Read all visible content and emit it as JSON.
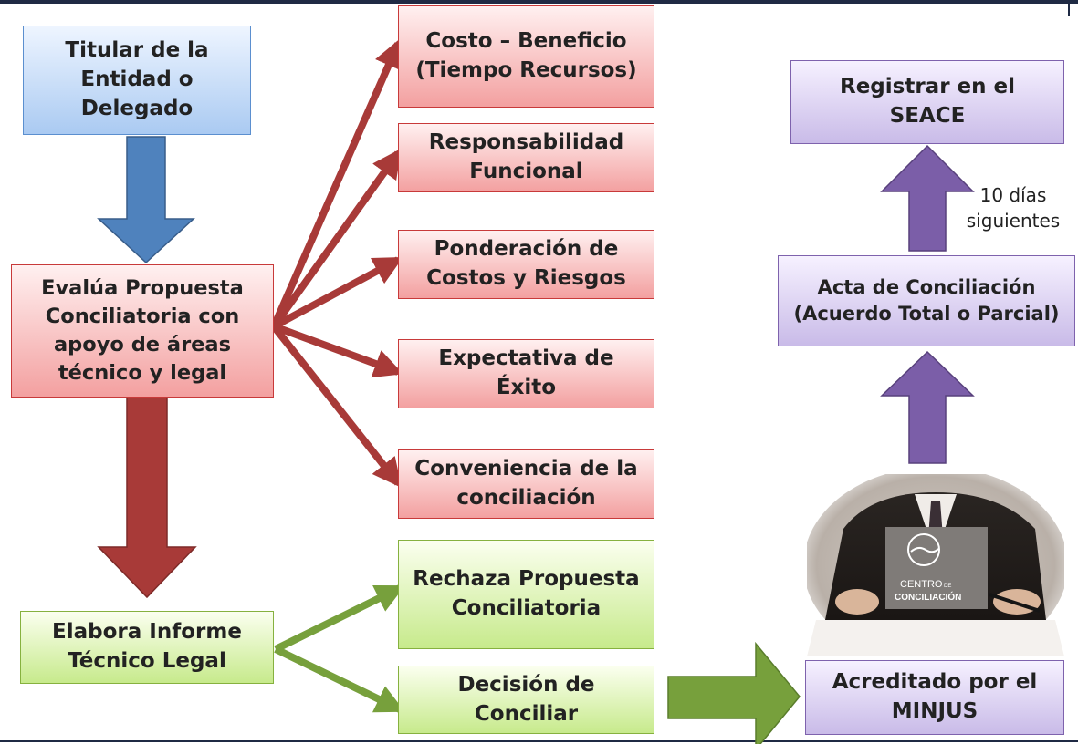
{
  "boxes": {
    "titular": "Titular de la Entidad o Delegado",
    "evalua": "Evalúa Propuesta Conciliatoria con apoyo de áreas técnico y legal",
    "elabora": "Elabora Informe Técnico Legal",
    "costo": "Costo – Beneficio (Tiempo Recursos)",
    "responsabilidad": "Responsabilidad Funcional",
    "ponderacion": "Ponderación de Costos y Riesgos",
    "expectativa": "Expectativa de Éxito",
    "conveniencia": "Conveniencia de la conciliación",
    "rechaza": "Rechaza Propuesta Conciliatoria",
    "decision": "Decisión de Conciliar",
    "registrar": "Registrar en el SEACE",
    "acta": "Acta de Conciliación (Acuerdo Total o Parcial)",
    "acreditado": "Acreditado por el MINJUS"
  },
  "note": "10 días siguientes",
  "logo": {
    "line1": "CENTRO",
    "line1_small": "DE",
    "line2": "CONCILIACIÓN"
  },
  "colors": {
    "blue_arrow": "#4f82bd",
    "red_arrow": "#a83a38",
    "green_arrow": "#77a03c",
    "purple_arrow": "#7b5ea8"
  }
}
